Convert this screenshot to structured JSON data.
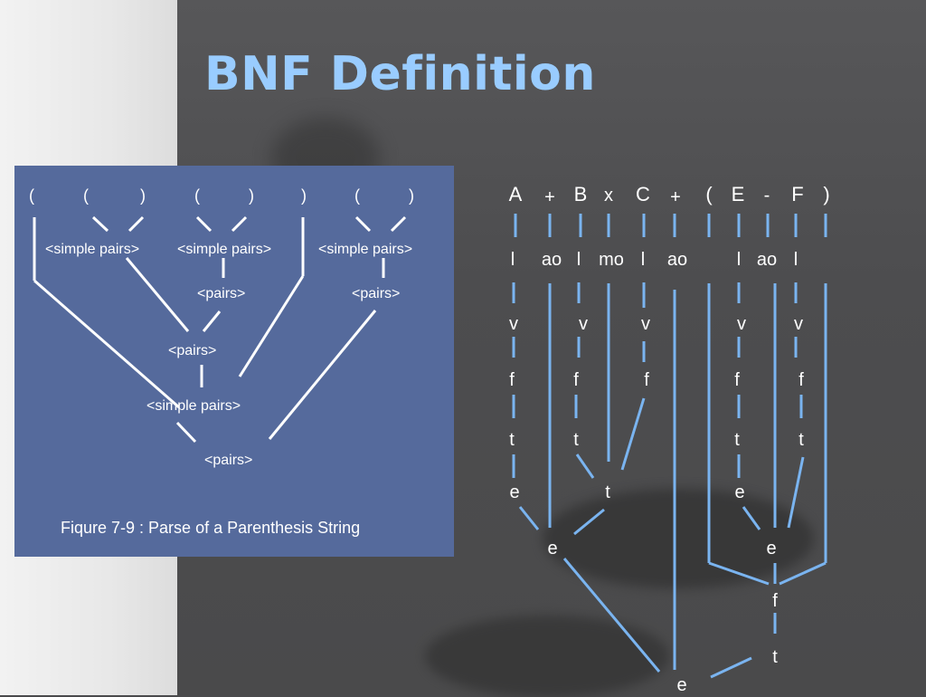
{
  "slide": {
    "title": "BNF Definition",
    "caption": "Fiqure 7-9 : Parse of a Parenthesis String"
  },
  "left_diagram": {
    "parens": [
      "(",
      "(",
      ")",
      "(",
      ")",
      ")",
      "(",
      ")"
    ],
    "labels": [
      "<simple pairs>",
      "<simple pairs>",
      "<simple pairs>",
      "<pairs>",
      "<pairs>",
      "<pairs>",
      "<simple pairs>",
      "<pairs>"
    ]
  },
  "right_tree": {
    "tokens": [
      "A",
      "+",
      "B",
      "x",
      "C",
      "+",
      "(",
      "E",
      "-",
      "F",
      ")"
    ],
    "level_l": [
      "l",
      "ao",
      "l",
      "mo",
      "l",
      "ao",
      "l",
      "ao",
      "l"
    ],
    "level_v": [
      "v",
      "v",
      "v",
      "v",
      "v"
    ],
    "level_f": [
      "f",
      "f",
      "f",
      "f",
      "f"
    ],
    "level_t": [
      "t",
      "t",
      "t",
      "t"
    ],
    "level_e": [
      "e",
      "t",
      "e"
    ],
    "level_e2": [
      "e",
      "e"
    ],
    "tail": [
      "f",
      "t",
      "e"
    ]
  },
  "colors": {
    "title": "#99ccff",
    "panel": "#556a9c",
    "blue_line": "#7ab4f0"
  }
}
